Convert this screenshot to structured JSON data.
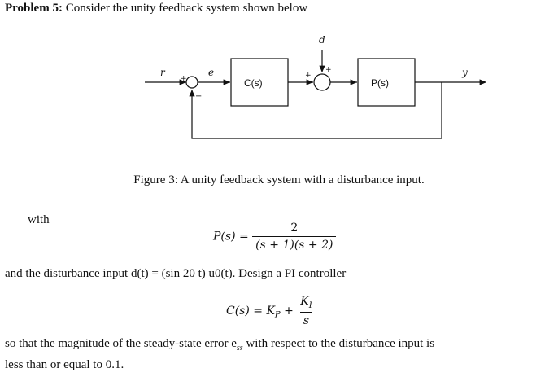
{
  "problem": {
    "label": "Problem 5:",
    "text": "Consider the unity feedback system shown below"
  },
  "diagram": {
    "input_label": "r",
    "error_label": "e",
    "disturbance_label": "d",
    "output_label": "y",
    "controller_block": "C(s)",
    "plant_block": "P(s)",
    "sum1_plus": "+",
    "sum1_minus": "−",
    "sum2_plus_left": "+",
    "sum2_plus_top": "+"
  },
  "caption": "Figure 3: A unity feedback system with a disturbance input.",
  "with_text": "with",
  "plant_eq": {
    "lhs": "P(s) =",
    "numerator": "2",
    "denominator": "(s + 1)(s + 2)"
  },
  "disturbance_line": "and the disturbance input d(t) = (sin 20 t) u0(t). Design a PI controller",
  "controller_eq": {
    "lhs": "C(s) = K",
    "lhs_sub": "P",
    "plus": "+",
    "numerator": "K",
    "numerator_sub": "I",
    "denominator": "s"
  },
  "closing_line1": "so that the magnitude of the steady-state error e",
  "closing_sub": "ss",
  "closing_line1_end": "with respect to the disturbance input is",
  "closing_line2": "less than or equal to 0.1."
}
